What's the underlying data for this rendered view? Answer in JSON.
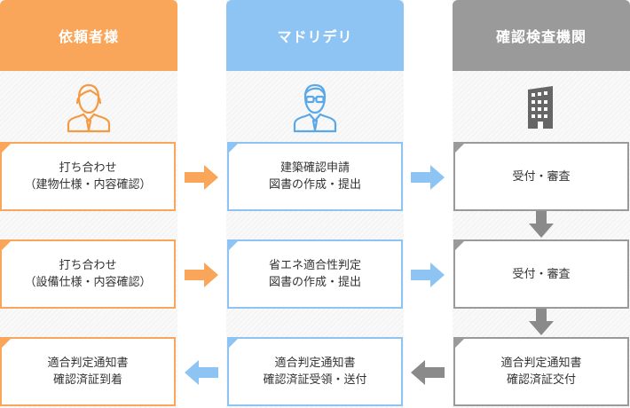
{
  "colors": {
    "client": "#f9a55a",
    "madoriderii": "#8ec4f4",
    "inspection": "#9a9a9a"
  },
  "headers": {
    "client": "依頼者様",
    "madoriderii": "マドリデリ",
    "inspection": "確認検査機関"
  },
  "icons": {
    "client": "businessman-icon",
    "madoriderii": "engineer-with-glasses-icon",
    "inspection": "office-building-icon"
  },
  "rows": [
    {
      "client": [
        "打ち合わせ",
        "（建物仕様・内容確認）"
      ],
      "madoriderii": [
        "建築確認申請",
        "図書の作成・提出"
      ],
      "inspection": [
        "受付・審査"
      ]
    },
    {
      "client": [
        "打ち合わせ",
        "（設備仕様・内容確認）"
      ],
      "madoriderii": [
        "省エネ適合性判定",
        "図書の作成・提出"
      ],
      "inspection": [
        "受付・審査"
      ]
    },
    {
      "client": [
        "適合判定通知書",
        "確認済証到着"
      ],
      "madoriderii": [
        "適合判定通知書",
        "確認済証受領・送付"
      ],
      "inspection": [
        "適合判定通知書",
        "確認済証交付"
      ]
    }
  ]
}
